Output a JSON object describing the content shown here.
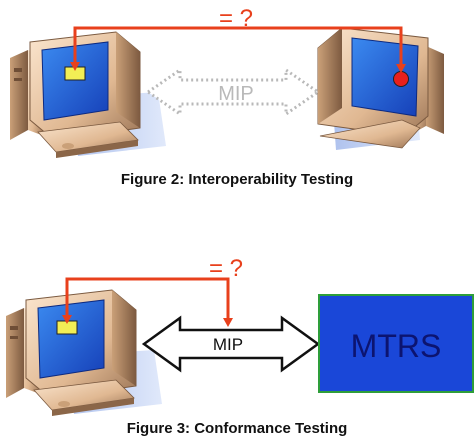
{
  "colors": {
    "red": "#e8401c",
    "screen_blue": "#1c5fd6",
    "mtrs_fill": "#1a47d8",
    "mtrs_border": "#2e9e3a",
    "mtrs_text": "#0c1470",
    "yellow_marker": "#f2ee55",
    "red_marker": "#e8201c",
    "arrow_gray": "#b9b9b9"
  },
  "icons": [
    "computer-icon",
    "double-arrow-icon"
  ],
  "figure2": {
    "equals_question": "= ?",
    "arrow_label": "MIP",
    "caption": "Figure 2: Interoperability Testing"
  },
  "figure3": {
    "equals_question": "= ?",
    "arrow_label": "MIP",
    "box_label": "MTRS",
    "caption": "Figure 3: Conformance Testing"
  }
}
